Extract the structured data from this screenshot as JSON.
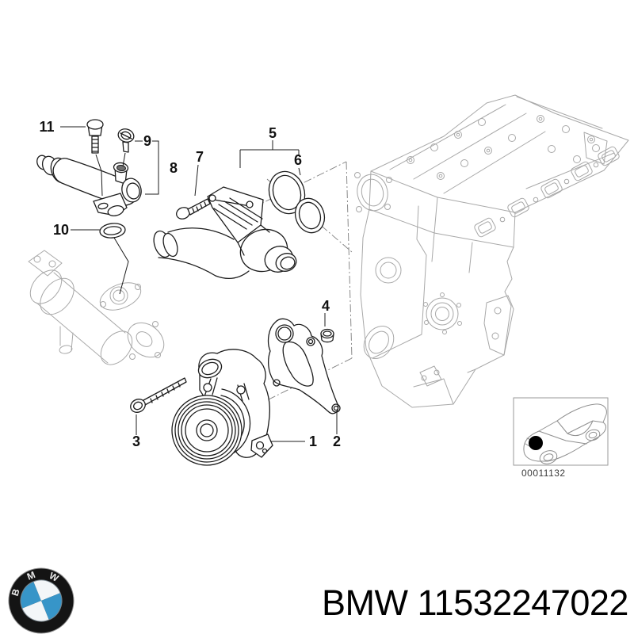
{
  "diagram": {
    "callouts": {
      "c1": "1",
      "c2": "2",
      "c3": "3",
      "c4": "4",
      "c5": "5",
      "c6": "6",
      "c7": "7",
      "c8": "8",
      "c9": "9",
      "c10": "10",
      "c11": "11"
    },
    "thumbnail_code": "00011132"
  },
  "footer": {
    "part_number_text": "BMW 11532247022"
  },
  "logo": {
    "letters": [
      "B",
      "M",
      "W"
    ],
    "quadrant_blue": "#3795c8",
    "quadrant_white": "#f3f6f8",
    "ring_black": "#141414"
  },
  "colors": {
    "part_line": "#1c1c1c",
    "engine_line": "#a8a8a8",
    "callout_text": "#111111",
    "thumbnail_border": "#9a9a9a"
  }
}
